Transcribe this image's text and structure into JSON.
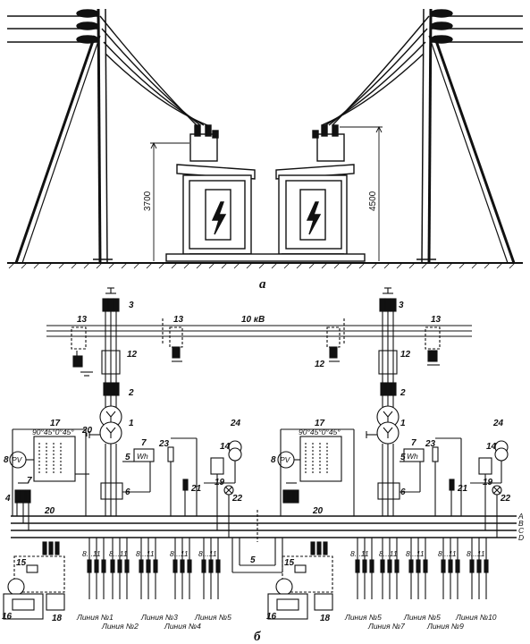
{
  "part_a": {
    "caption": "а",
    "dim_left": "3700",
    "dim_right": "4500"
  },
  "part_b": {
    "caption": "б",
    "bus_label": "10 кВ",
    "phase_labels": [
      "A",
      "B",
      "C",
      "D"
    ],
    "meter_label": "Wh",
    "voltmeter_label": "PV",
    "switch_positions": "90°45°0°45°",
    "feeder_range": "8...11",
    "callouts_left": {
      "c3": "3",
      "c13a": "13",
      "c13b": "13",
      "c12": "12",
      "c2": "2",
      "c1": "1",
      "c20a": "20",
      "c24": "24",
      "c17": "17",
      "c8": "8",
      "c7a": "7",
      "c23": "23",
      "c14": "14",
      "c4": "4",
      "c7b": "7",
      "c5": "5",
      "c6": "6",
      "c21": "21",
      "c19": "19",
      "c22": "22",
      "c20b": "20",
      "c15": "15",
      "c16": "16",
      "c18": "18",
      "c5mid": "5"
    },
    "callouts_right": {
      "c3": "3",
      "c13": "13",
      "c12a": "12",
      "c12b": "12",
      "c2": "2",
      "c1": "1",
      "c24": "24",
      "c17": "17",
      "c8": "8",
      "c7": "7",
      "c23": "23",
      "c14": "14",
      "c5": "5",
      "c6": "6",
      "c21": "21",
      "c19": "19",
      "c22": "22",
      "c20": "20",
      "c15": "15",
      "c16": "16",
      "c18": "18"
    },
    "line_labels": [
      "Линия №1",
      "Линия №2",
      "Линия №3",
      "Линия №4",
      "Линия №5",
      "Линия №5",
      "Линия №7",
      "Линия №5",
      "Линия №9",
      "Линия №10"
    ]
  }
}
